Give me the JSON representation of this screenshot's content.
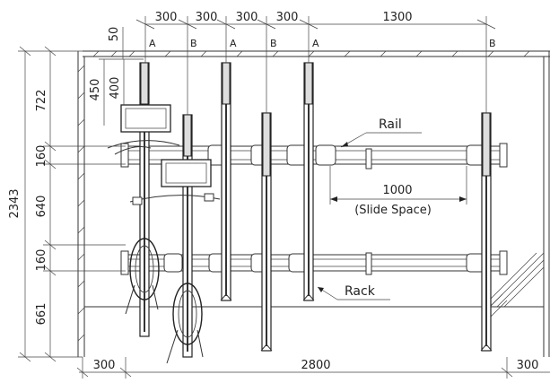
{
  "top_dims": [
    "300",
    "300",
    "300",
    "300",
    "1300"
  ],
  "top_letters": [
    "A",
    "B",
    "A",
    "B",
    "A",
    "B"
  ],
  "left_dims": {
    "d50": "50",
    "d450": "450",
    "d400": "400",
    "d722": "722",
    "d160a": "160",
    "d640": "640",
    "d160b": "160",
    "d661": "661",
    "d2343": "2343"
  },
  "bottom_dims": [
    "300",
    "2800",
    "300"
  ],
  "labels": {
    "rail": "Rail",
    "slide_value": "1000",
    "slide_label": "(Slide Space)",
    "rack": "Rack"
  }
}
